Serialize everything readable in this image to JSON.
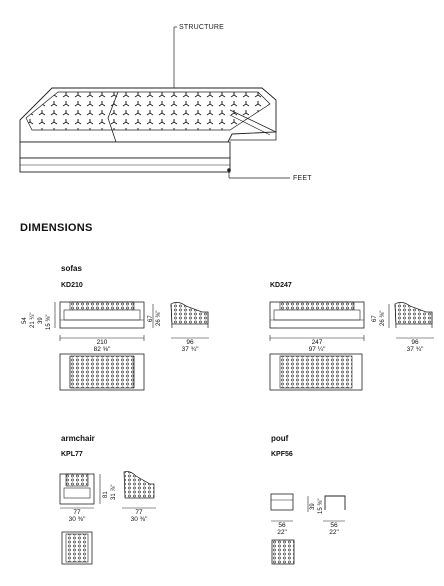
{
  "callouts": {
    "structure": "STRUCTURE",
    "feet": "FEET"
  },
  "heading": "DIMENSIONS",
  "sofas": {
    "category": "sofas",
    "kd210": {
      "code": "KD210",
      "width_cm": "210",
      "width_in": "82 ⅝\"",
      "h1_cm": "54",
      "h1_in": "21 ¼\"",
      "h2_cm": "39",
      "h2_in": "15 ⅜\"",
      "h3_cm": "67",
      "h3_in": "26 ⅜\"",
      "depth_cm": "96",
      "depth_in": "37 ¾\""
    },
    "kd247": {
      "code": "KD247",
      "width_cm": "247",
      "width_in": "97 ¼\"",
      "h3_cm": "67",
      "h3_in": "26 ⅜\"",
      "depth_cm": "96",
      "depth_in": "37 ¾\""
    }
  },
  "armchair": {
    "category": "armchair",
    "code": "KPL77",
    "h_cm": "81",
    "h_in": "31 ⅞\"",
    "width_cm": "77",
    "width_in": "30 ⅜\"",
    "depth_cm": "77",
    "depth_in": "30 ⅜\""
  },
  "pouf": {
    "category": "pouf",
    "code": "KPF56",
    "h_cm": "39",
    "h_in": "15 ⅜\"",
    "width_cm": "56",
    "width_in": "22\"",
    "depth_cm": "56",
    "depth_in": "22\""
  }
}
